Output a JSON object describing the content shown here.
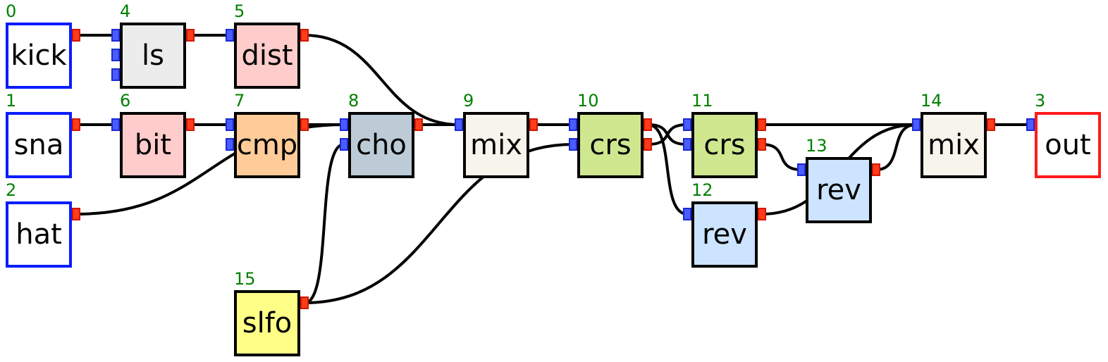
{
  "nodes": [
    {
      "id": 0,
      "index_label": "0",
      "label": "kick",
      "fill": "#ffffff",
      "border": "#0b1cff",
      "inputs": 0,
      "outputs": 1
    },
    {
      "id": 1,
      "index_label": "1",
      "label": "sna",
      "fill": "#ffffff",
      "border": "#0b1cff",
      "inputs": 0,
      "outputs": 1
    },
    {
      "id": 2,
      "index_label": "2",
      "label": "hat",
      "fill": "#ffffff",
      "border": "#0b1cff",
      "inputs": 0,
      "outputs": 1
    },
    {
      "id": 4,
      "index_label": "4",
      "label": "ls",
      "fill": "#ececec",
      "border": "#000000",
      "inputs": 3,
      "outputs": 1
    },
    {
      "id": 5,
      "index_label": "5",
      "label": "dist",
      "fill": "#ffcccc",
      "border": "#000000",
      "inputs": 1,
      "outputs": 1
    },
    {
      "id": 6,
      "index_label": "6",
      "label": "bit",
      "fill": "#ffcccc",
      "border": "#000000",
      "inputs": 1,
      "outputs": 1
    },
    {
      "id": 7,
      "index_label": "7",
      "label": "cmp",
      "fill": "#ffcc99",
      "border": "#000000",
      "inputs": 2,
      "outputs": 1
    },
    {
      "id": 15,
      "index_label": "15",
      "label": "slfo",
      "fill": "#ffff88",
      "border": "#000000",
      "inputs": 0,
      "outputs": 1
    },
    {
      "id": 8,
      "index_label": "8",
      "label": "cho",
      "fill": "#bccbd6",
      "border": "#000000",
      "inputs": 2,
      "outputs": 1
    },
    {
      "id": 9,
      "index_label": "9",
      "label": "mix",
      "fill": "#f7f4ec",
      "border": "#000000",
      "inputs": 1,
      "outputs": 1
    },
    {
      "id": 10,
      "index_label": "10",
      "label": "crs",
      "fill": "#cfe88f",
      "border": "#000000",
      "inputs": 2,
      "outputs": 2
    },
    {
      "id": 11,
      "index_label": "11",
      "label": "crs",
      "fill": "#cfe88f",
      "border": "#000000",
      "inputs": 2,
      "outputs": 2
    },
    {
      "id": 12,
      "index_label": "12",
      "label": "rev",
      "fill": "#cce4ff",
      "border": "#000000",
      "inputs": 1,
      "outputs": 1
    },
    {
      "id": 13,
      "index_label": "13",
      "label": "rev",
      "fill": "#cce4ff",
      "border": "#000000",
      "inputs": 1,
      "outputs": 1
    },
    {
      "id": 14,
      "index_label": "14",
      "label": "mix",
      "fill": "#f7f4ec",
      "border": "#000000",
      "inputs": 1,
      "outputs": 1
    },
    {
      "id": 3,
      "index_label": "3",
      "label": "out",
      "fill": "#ffffff",
      "border": "#ff1a1a",
      "inputs": 1,
      "outputs": 0
    }
  ],
  "connections": [
    {
      "from": 0,
      "from_port": 0,
      "to": 4,
      "to_port": 0
    },
    {
      "from": 4,
      "from_port": 0,
      "to": 5,
      "to_port": 0
    },
    {
      "from": 1,
      "from_port": 0,
      "to": 6,
      "to_port": 0
    },
    {
      "from": 6,
      "from_port": 0,
      "to": 7,
      "to_port": 0
    },
    {
      "from": 2,
      "from_port": 0,
      "to": 8,
      "to_port": 0
    },
    {
      "from": 7,
      "from_port": 0,
      "to": 8,
      "to_port": 0
    },
    {
      "from": 15,
      "from_port": 0,
      "to": 8,
      "to_port": 1
    },
    {
      "from": 5,
      "from_port": 0,
      "to": 9,
      "to_port": 0
    },
    {
      "from": 8,
      "from_port": 0,
      "to": 9,
      "to_port": 0
    },
    {
      "from": 9,
      "from_port": 0,
      "to": 10,
      "to_port": 0
    },
    {
      "from": 15,
      "from_port": 0,
      "to": 10,
      "to_port": 1
    },
    {
      "from": 10,
      "from_port": 0,
      "to": 11,
      "to_port": 1
    },
    {
      "from": 10,
      "from_port": 1,
      "to": 11,
      "to_port": 0
    },
    {
      "from": 10,
      "from_port": 0,
      "to": 12,
      "to_port": 0
    },
    {
      "from": 11,
      "from_port": 1,
      "to": 13,
      "to_port": 0
    },
    {
      "from": 12,
      "from_port": 0,
      "to": 14,
      "to_port": 0
    },
    {
      "from": 11,
      "from_port": 0,
      "to": 14,
      "to_port": 0
    },
    {
      "from": 13,
      "from_port": 0,
      "to": 14,
      "to_port": 0
    },
    {
      "from": 14,
      "from_port": 0,
      "to": 3,
      "to_port": 0
    }
  ],
  "colors": {
    "wire": "#000000",
    "index_label": "#008000",
    "input_port": "#4b5cff",
    "output_port": "#ff3b1a"
  }
}
